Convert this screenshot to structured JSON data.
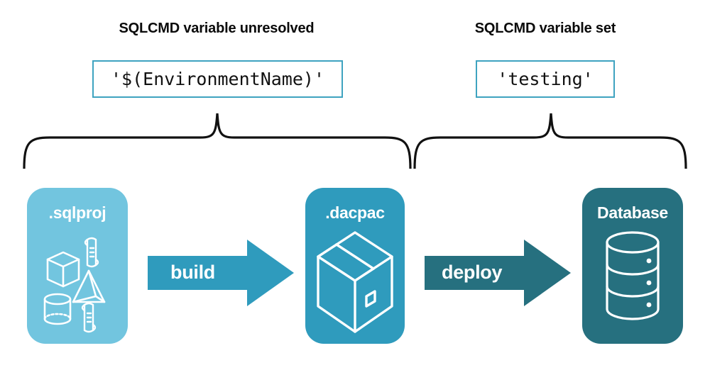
{
  "diagram": {
    "title_left": "SQLCMD variable unresolved",
    "title_right": "SQLCMD variable set",
    "code_left": "'$(EnvironmentName)'",
    "code_right": "'testing'",
    "colors": {
      "sqlproj": "#72C5DF",
      "dacpac": "#2F9BBD",
      "database": "#26707F",
      "build_arrow": "#2F9BBD",
      "deploy_arrow": "#26707F",
      "code_border": "#3EA3C0",
      "brace": "#111111",
      "text_dark": "#0a0a0a",
      "text_light": "#ffffff"
    },
    "nodes": [
      {
        "id": "sqlproj",
        "label": ".sqlproj",
        "icons": [
          "cube-icon",
          "scroll-icon",
          "pyramid-icon",
          "cylinder-icon",
          "scroll-icon"
        ]
      },
      {
        "id": "dacpac",
        "label": ".dacpac",
        "icons": [
          "package-box-icon"
        ]
      },
      {
        "id": "database",
        "label": "Database",
        "icons": [
          "database-cylinder-icon"
        ]
      }
    ],
    "arrows": [
      {
        "id": "build",
        "label": "build",
        "from": "sqlproj",
        "to": "dacpac"
      },
      {
        "id": "deploy",
        "label": "deploy",
        "from": "dacpac",
        "to": "database"
      }
    ],
    "braces": [
      {
        "id": "brace-left",
        "covers": "sqlproj-to-dacpac",
        "annotation": "code_left"
      },
      {
        "id": "brace-right",
        "covers": "dacpac-to-database",
        "annotation": "code_right"
      }
    ]
  }
}
